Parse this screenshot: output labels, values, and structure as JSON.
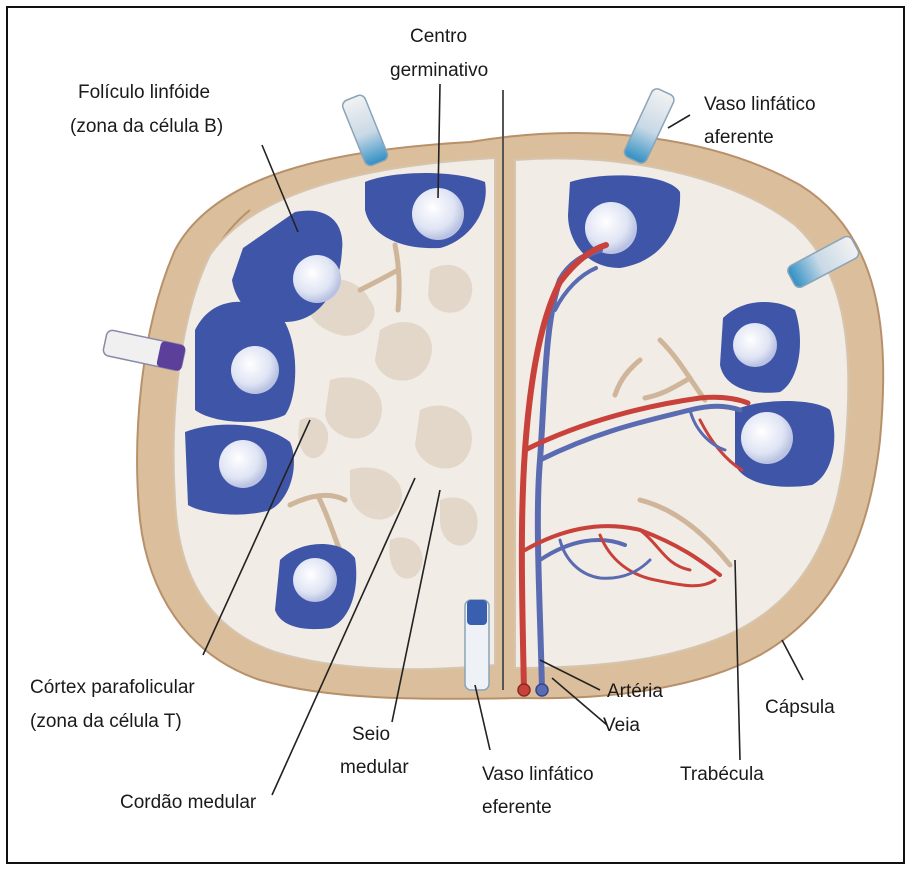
{
  "labels": {
    "centro_1": "Centro",
    "centro_2": "germinativo",
    "foliculo_1": "Folículo linfóide",
    "foliculo_2": "(zona da célula B)",
    "vaso_aferente_1": "Vaso linfático",
    "vaso_aferente_2": "aferente",
    "cortex_1": "Córtex parafolicular",
    "cortex_2": "(zona da célula T)",
    "seio_1": "Seio",
    "seio_2": "medular",
    "cordao": "Cordão medular",
    "arteria": "Artéria",
    "veia": "Veia",
    "vaso_eferente_1": "Vaso linfático",
    "vaso_eferente_2": "eferente",
    "trabecula": "Trabécula",
    "capsula": "Cápsula"
  },
  "colors": {
    "capsule": "#dbbf9c",
    "cortex_bg": "#f1ece6",
    "follicle": "#3f55a8",
    "germinal_center": "#e7ebf7",
    "artery": "#c8413a",
    "vein": "#5a6bb2",
    "lymph_vessel": "#4aa6cf",
    "leader_line": "#222222"
  }
}
